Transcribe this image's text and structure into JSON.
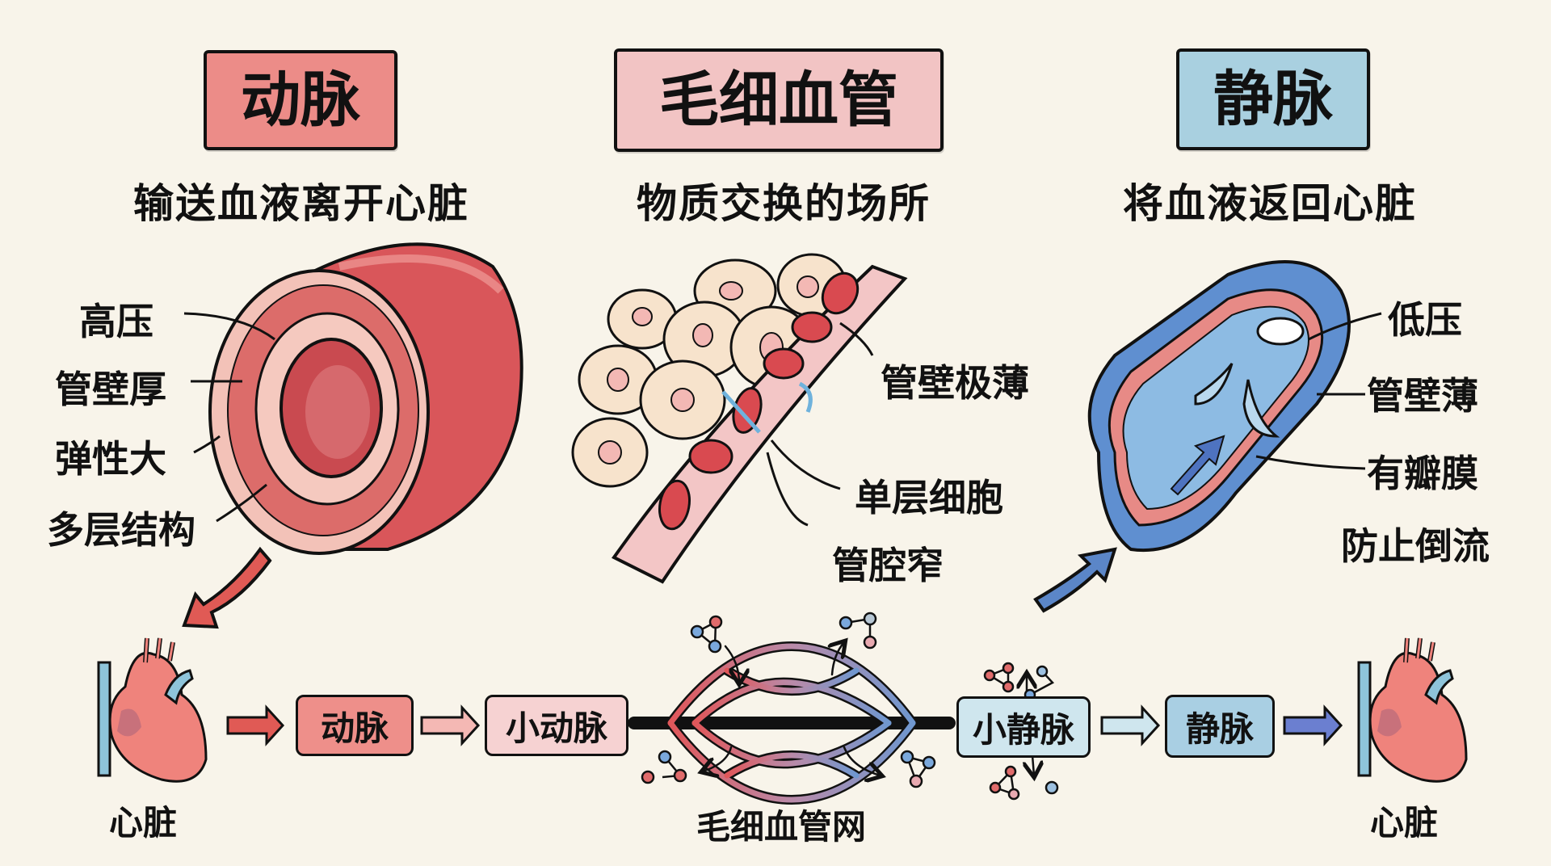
{
  "sections": {
    "artery": {
      "title": "动脉",
      "subtitle": "输送血液离开心脏",
      "labels": [
        "高压",
        "管壁厚",
        "弹性大",
        "多层结构"
      ],
      "color": "#e8837f"
    },
    "capillary": {
      "title": "毛细血管",
      "subtitle": "物质交换的场所",
      "labels": [
        "管壁极薄",
        "单层细胞",
        "管腔窄"
      ],
      "color": "#f1c3c3"
    },
    "vein": {
      "title": "静脉",
      "subtitle": "将血液返回心脏",
      "labels": [
        "低压",
        "管壁薄",
        "有瓣膜",
        "防止倒流"
      ],
      "color": "#a9d0e0"
    }
  },
  "flow": {
    "heart_left_label": "心脏",
    "steps": [
      {
        "label": "动脉",
        "color": "#ee8f8a"
      },
      {
        "label": "小动脉",
        "color": "#f6d2d2"
      },
      {
        "label": "小静脉",
        "color": "#cfe6ee"
      },
      {
        "label": "静脉",
        "color": "#a9cfe3"
      }
    ],
    "capillary_network_label": "毛细血管网",
    "heart_right_label": "心脏"
  },
  "colors": {
    "background": "#f8f4ea",
    "artery_red": "#e05a55",
    "vein_blue": "#5b86c8",
    "outline": "#111111"
  }
}
